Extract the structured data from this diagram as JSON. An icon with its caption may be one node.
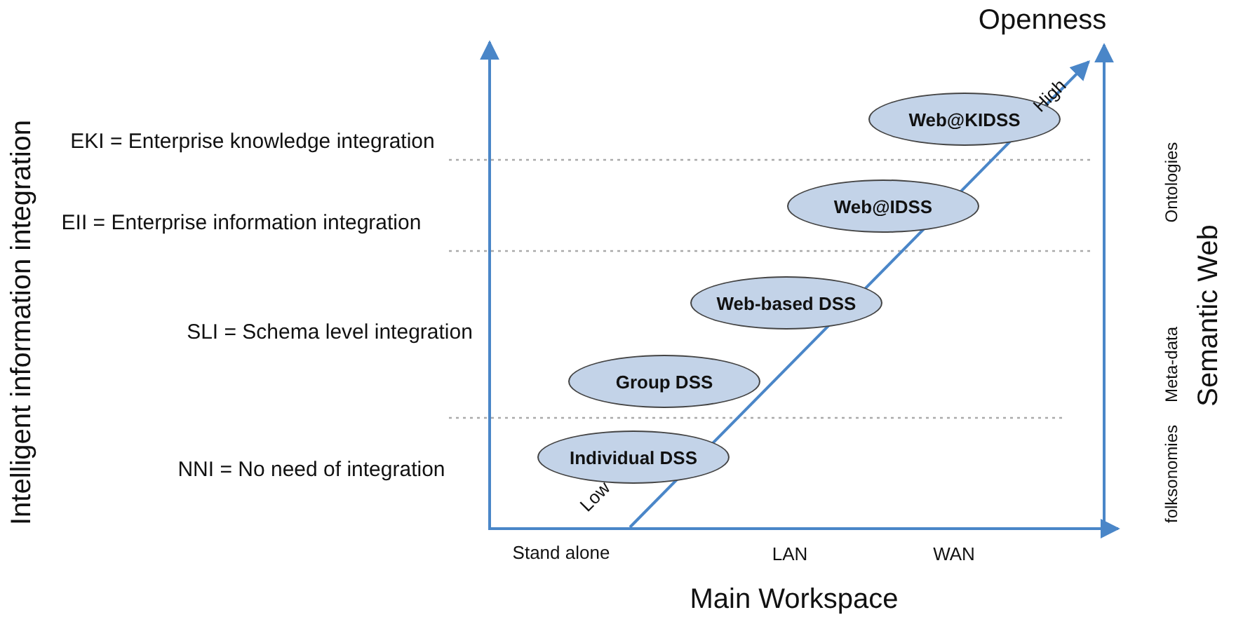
{
  "diagram": {
    "nodes": [
      {
        "text": [
          "Web@KIDSS"
        ]
      },
      {
        "text": [
          "Web@IDSS"
        ]
      },
      {
        "text": [
          "Web-based DSS"
        ]
      },
      {
        "text": [
          "Group DSS"
        ]
      },
      {
        "text": [
          "Individual DSS"
        ]
      }
    ],
    "labels": [
      "Openness",
      "High",
      "EKI = Enterprise knowledge integration",
      "EII = Enterprise information integration",
      "SLI = Schema level integration",
      "NNI = No need of integration",
      "Intelligent information integration",
      "Ontologies",
      "Meta-data",
      "folksonomies",
      "Semantic Web",
      "Low",
      "Stand alone",
      "LAN",
      "WAN",
      "Main Workspace"
    ]
  }
}
